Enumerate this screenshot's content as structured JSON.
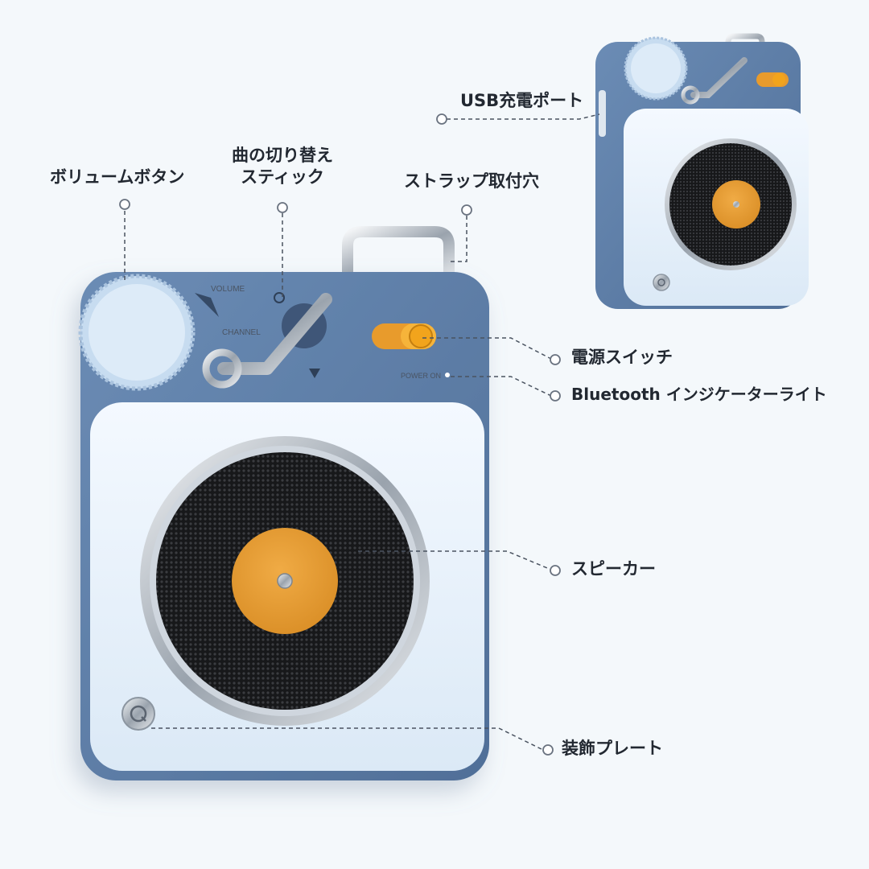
{
  "callouts": {
    "volume_button": "ボリュームボタン",
    "song_switch_line1": "曲の切り替え",
    "song_switch_line2": "スティック",
    "strap_hole": "ストラップ取付穴",
    "usb_port": "USB充電ポート",
    "power_switch": "電源スイッチ",
    "bluetooth_light": "Bluetooth インジケーターライト",
    "speaker": "スピーカー",
    "decor_plate": "装飾プレート"
  },
  "device_print": {
    "volume": "VOLUME",
    "channel": "CHANNEL",
    "power_on": "POWER ON"
  },
  "colors": {
    "body_blue": "#5d7ea8",
    "face_white": "#e6f1fb",
    "record_orange": "#e39a32",
    "grille_black": "#1e1f22",
    "switch_yellow": "#f2a41c"
  }
}
